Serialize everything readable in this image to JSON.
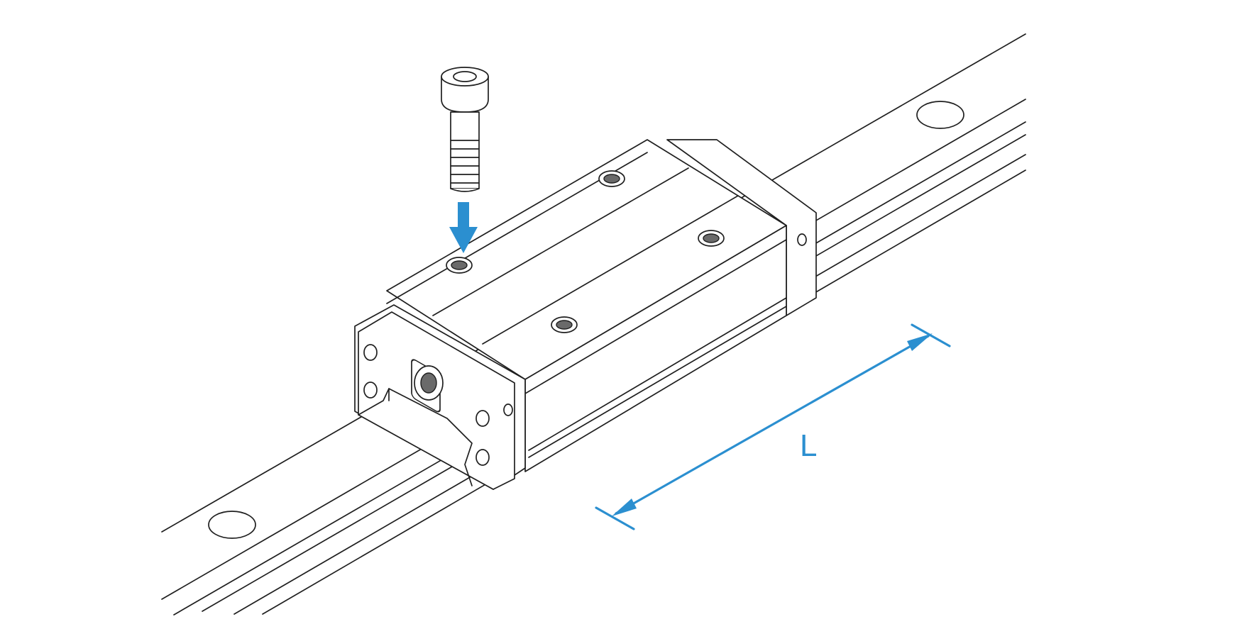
{
  "diagram": {
    "dimension_label": "L",
    "colors": {
      "line": "#1f1f1f",
      "dimension": "#2b8fd0",
      "background": "#ffffff"
    },
    "components": [
      "linear-guide-rail",
      "carriage-block",
      "cap-screw",
      "insertion-arrow",
      "length-dimension-arrow"
    ]
  }
}
